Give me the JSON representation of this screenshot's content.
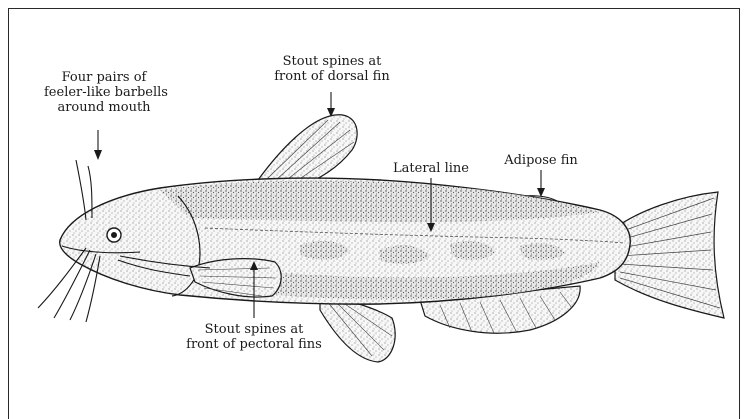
{
  "labels": {
    "barbels_l1": "Four pairs of",
    "barbels_l2": "feeler-like barbells",
    "barbels_l3": "around mouth",
    "dorsal_l1": "Stout spines at",
    "dorsal_l2": "front of dorsal fin",
    "lateral": "Lateral line",
    "adipose": "Adipose fin",
    "pectoral_l1": "Stout spines at",
    "pectoral_l2": "front of pectoral fins"
  },
  "colors": {
    "ink": "#1a1a1a",
    "paper": "#ffffff"
  }
}
